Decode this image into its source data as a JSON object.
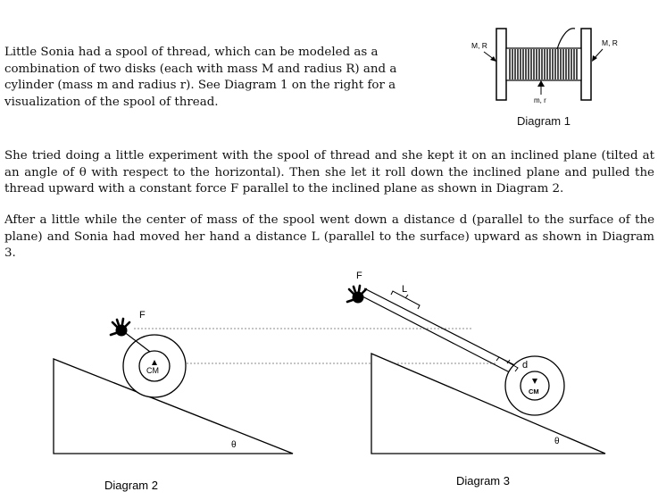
{
  "paragraphs": {
    "intro": "Little Sonia had a spool of thread, which can be modeled as a combination of two disks (each with mass M and radius R) and a cylinder (mass m and radius r). See Diagram 1 on the right for a visualization of the spool of thread.",
    "experiment": "She tried doing a little experiment with the spool of thread and she kept it on an inclined plane (tilted at an angle of θ with respect to the horizontal). Then she let it roll down the inclined plane and pulled the thread upward with a constant force F parallel to the inclined plane as shown in Diagram 2.",
    "result": "After a little while the center of mass of the spool went down a distance d (parallel to the surface of the plane) and Sonia had moved her hand a distance L (parallel to the surface) upward as shown in Diagram 3."
  },
  "diagram1": {
    "caption": "Diagram 1",
    "label_left_disk": "M, R",
    "label_right_disk": "M, R",
    "label_cylinder": "m, r"
  },
  "diagram2": {
    "caption": "Diagram 2",
    "label_force": "F",
    "label_cm": "CM",
    "label_angle": "θ"
  },
  "diagram3": {
    "caption": "Diagram 3",
    "label_force": "F",
    "label_hand_distance": "L",
    "label_spool_distance": "d",
    "label_cm": "CM",
    "label_angle": "θ"
  }
}
